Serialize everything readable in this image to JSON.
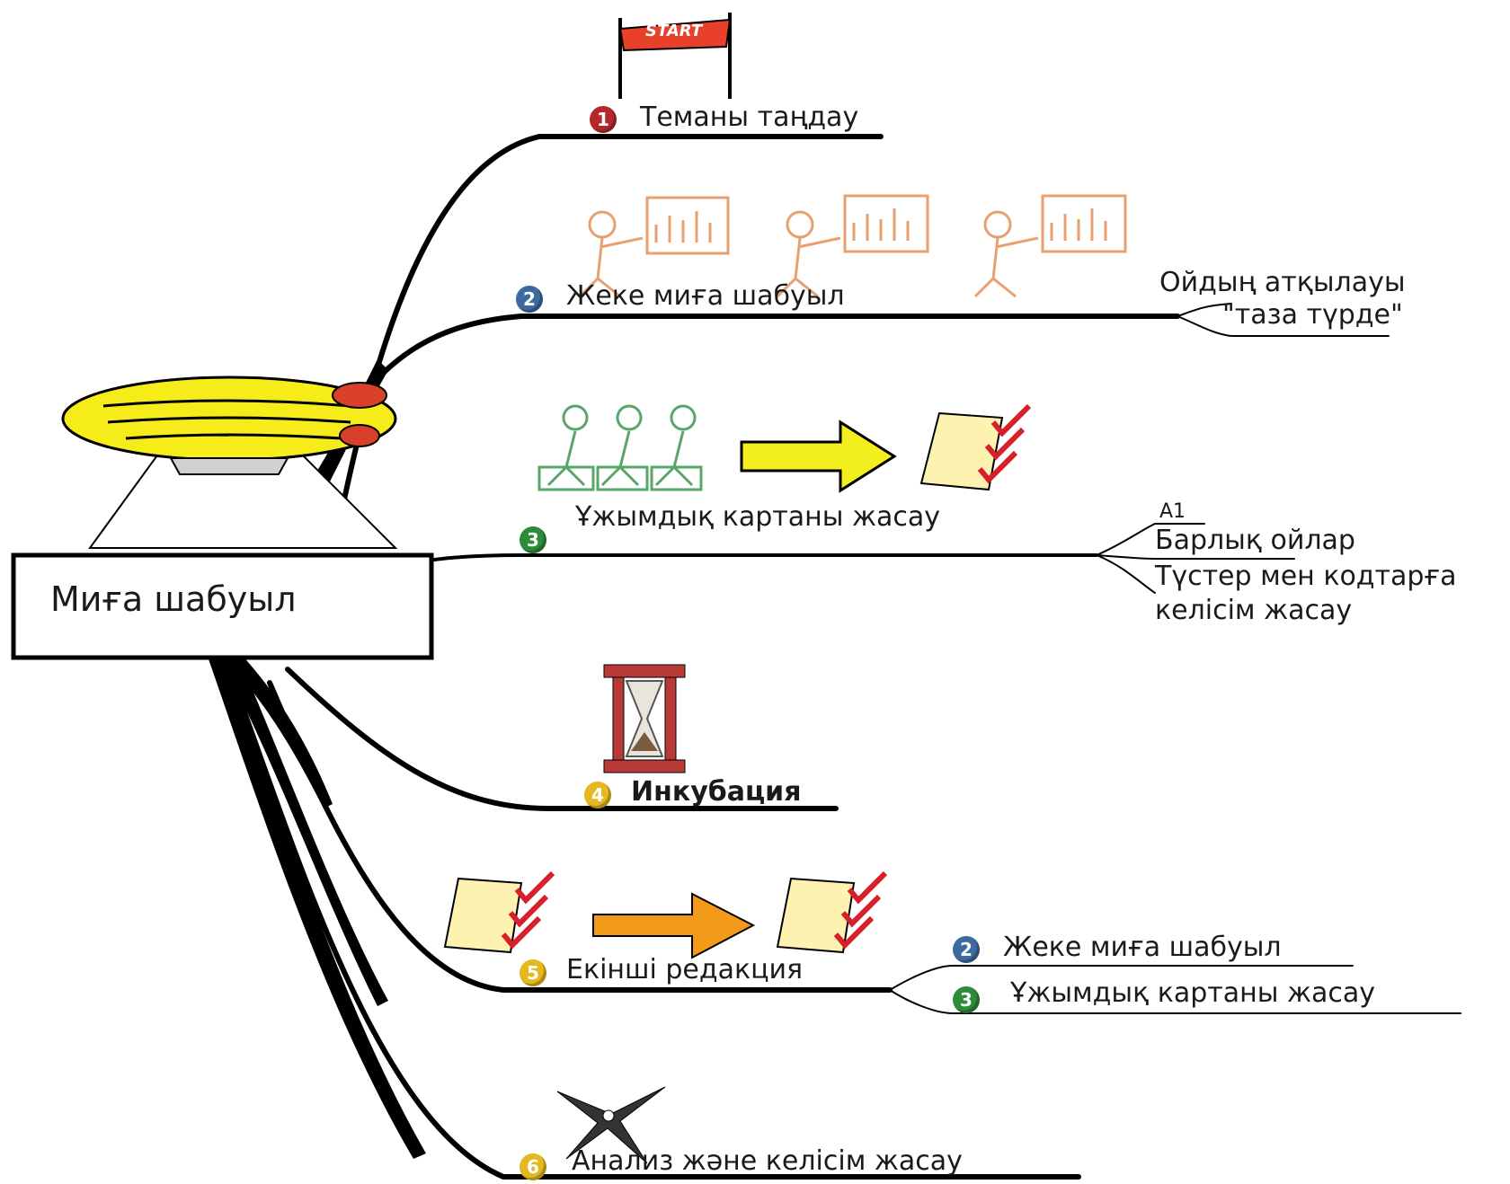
{
  "central_topic": "Миға шабуыл",
  "start_flag": "START",
  "branches": [
    {
      "badge": "1",
      "badge_color": "#b4282c",
      "label": "Теманы таңдау"
    },
    {
      "badge": "2",
      "badge_color": "#3d6a9e",
      "label": "Жеке миға шабуыл",
      "subtopics": [
        "Ойдың атқылауы",
        "\"таза түрде\""
      ]
    },
    {
      "badge": "3",
      "badge_color": "#2e8b3a",
      "label": "Ұжымдық картаны жасау",
      "subtopics": [
        "A1",
        "Барлық ойлар",
        "Түстер мен кодтарға",
        "келісім жасау"
      ]
    },
    {
      "badge": "4",
      "badge_color": "#e6b81f",
      "label": "Инкубация"
    },
    {
      "badge": "5",
      "badge_color": "#e6b81f",
      "label": "Екінші редакция",
      "subtopics": [
        {
          "badge": "2",
          "badge_color": "#3d6a9e",
          "label": "Жеке миға шабуыл"
        },
        {
          "badge": "3",
          "badge_color": "#2e8b3a",
          "label": "Ұжымдық картаны жасау"
        }
      ]
    },
    {
      "badge": "6",
      "badge_color": "#e6b81f",
      "label": "Анализ және келісім жасау"
    }
  ],
  "colors": {
    "line": "#000000",
    "helmet": "#f5ec1a",
    "presenter": "#e8a070",
    "team": "#5aa66a",
    "arrow_yellow": "#f3ee1e",
    "arrow_orange": "#f39a1a",
    "checklist": "#fdf2b0",
    "check": "#d8202a",
    "hourglass": "#b83a36"
  }
}
